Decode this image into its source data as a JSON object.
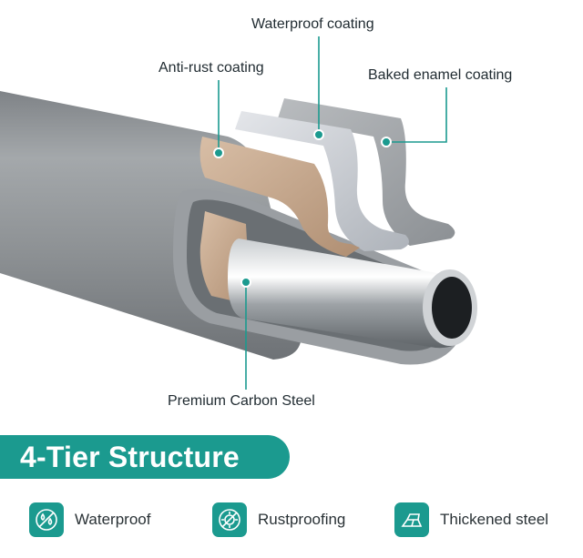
{
  "callouts": {
    "waterproof": "Waterproof coating",
    "anti_rust": "Anti-rust coating",
    "baked_enamel": "Baked enamel coating",
    "carbon_steel": "Premium Carbon Steel"
  },
  "banner": {
    "title": "4-Tier Structure"
  },
  "features": [
    {
      "label": "Waterproof",
      "icon": "waterproof-icon"
    },
    {
      "label": "Rustproofing",
      "icon": "rustproofing-icon"
    },
    {
      "label": "Thickened steel",
      "icon": "thickened-steel-icon"
    }
  ],
  "colors": {
    "accent": "#1b9a8f",
    "tube_gray": "#8f9396",
    "anti_rust_copper": "#c9ab92"
  }
}
